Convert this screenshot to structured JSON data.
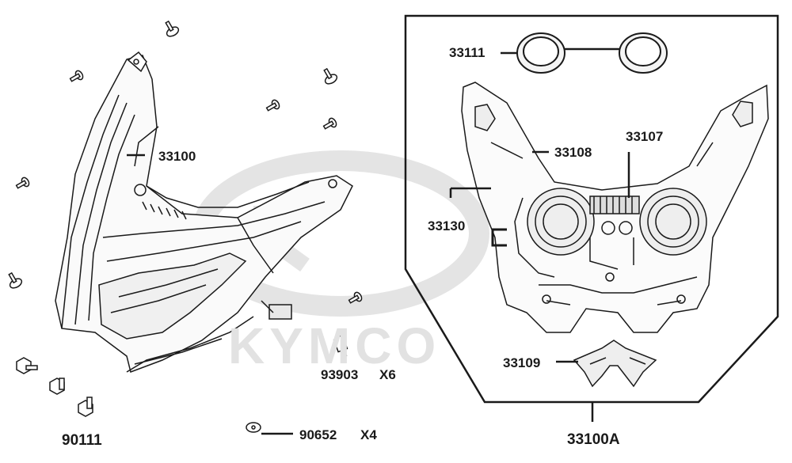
{
  "watermark": {
    "brand": "KYMCO"
  },
  "colors": {
    "ink": "#1a1a1a",
    "watermark": "#e2e2e2",
    "paper": "#ffffff"
  },
  "parts": {
    "headlight_assy": "33100",
    "headlight_kit": "33100A",
    "lens_ring": "33111",
    "position_bulb": "33108",
    "harness": "33107",
    "socket_wire": "33130",
    "bracket": "33109",
    "screw_small": "93903",
    "screw_small_qty": "X6",
    "bolt": "90111",
    "clip_screw": "90652",
    "clip_screw_qty": "X4"
  }
}
